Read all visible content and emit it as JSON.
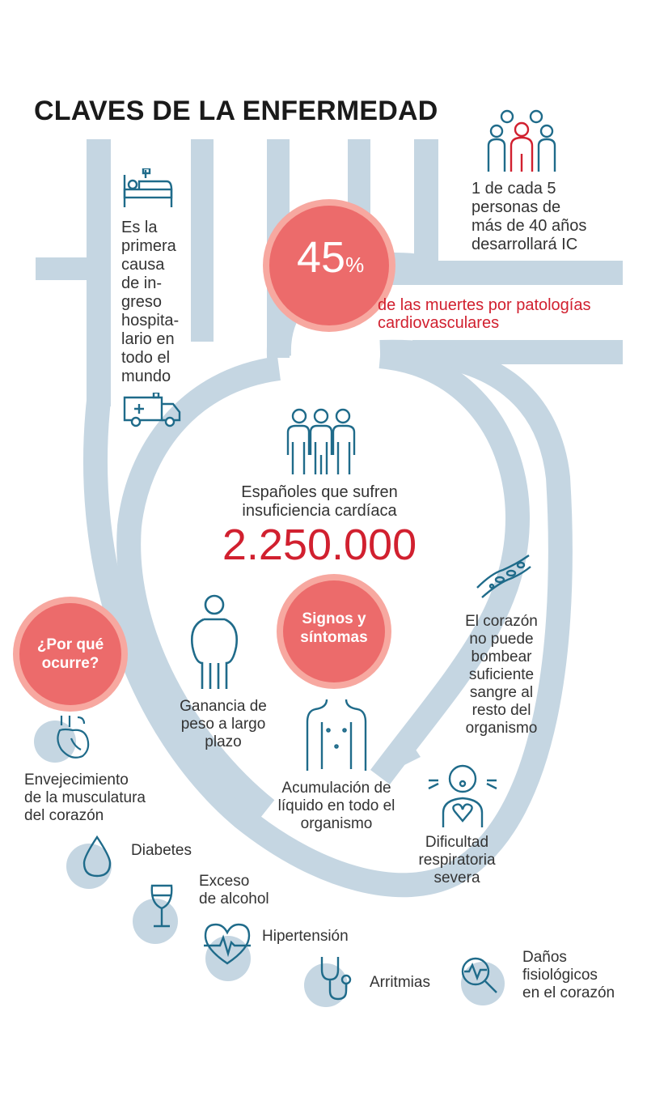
{
  "title": "CLAVES DE LA ENFERMEDAD",
  "colors": {
    "accent_red": "#ec6b6b",
    "accent_ring": "#f7a8a0",
    "highlight_red": "#d1202f",
    "heart_blue": "#c5d6e2",
    "icon_blue": "#1f6b8a",
    "text_dark": "#333333"
  },
  "stats": {
    "hospital_text": "Es la\nprimera\ncausa\nde in-\ngreso\nhospita-\nlario en\ntodo el\nmundo",
    "people_text": "1 de cada 5\npersonas de\nmás de 40 años\ndesarrollará IC",
    "percent_value": "45",
    "percent_sign": "%",
    "percent_caption": "de las muertes por patologías\ncardiovasculares",
    "spaniards_text": "Españoles que sufren\ninsuficiencia cardíaca",
    "spaniards_number": "2.250.000"
  },
  "why": {
    "label": "¿Por qué\nocurre?",
    "causes": [
      {
        "icon": "heart-anatomy-icon",
        "label": "Envejecimiento\nde la musculatura\ndel corazón"
      },
      {
        "icon": "drop-icon",
        "label": "Diabetes"
      },
      {
        "icon": "wine-glass-icon",
        "label": "Exceso\nde alcohol"
      },
      {
        "icon": "heart-pulse-icon",
        "label": "Hipertensión"
      },
      {
        "icon": "stethoscope-icon",
        "label": "Arritmias"
      },
      {
        "icon": "magnifier-pulse-icon",
        "label": "Daños\nfisiológicos\nen el corazón"
      }
    ]
  },
  "symptoms": {
    "label": "Signos y\nsíntomas",
    "items": [
      {
        "icon": "weight-gain-icon",
        "label": "Ganancia de\npeso a largo\nplazo"
      },
      {
        "icon": "torso-icon",
        "label": "Acumulación de\nlíquido en todo el\norganismo"
      },
      {
        "icon": "blood-vessel-icon",
        "label": "El corazón\nno puede\nbombear\nsuficiente\nsangre al\nresto del\norganismo"
      },
      {
        "icon": "breathing-difficulty-icon",
        "label": "Dificultad\nrespiratoria\nsevera"
      }
    ]
  }
}
